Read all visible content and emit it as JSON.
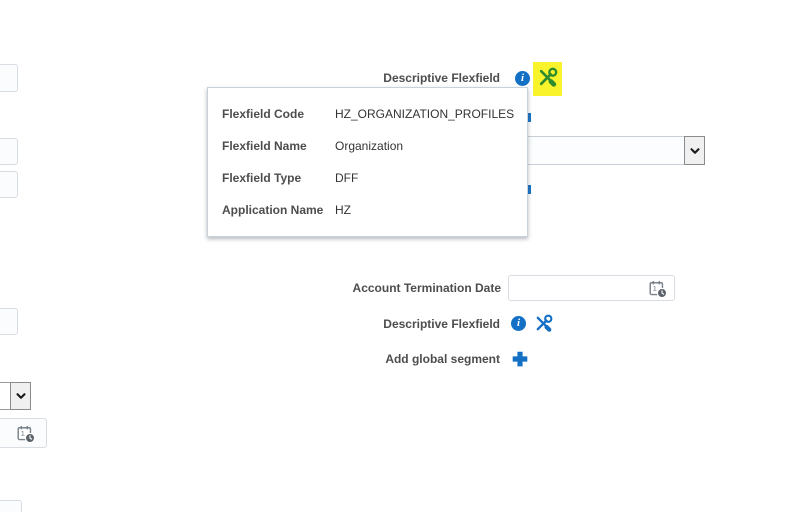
{
  "colors": {
    "accent_blue": "#1470c4",
    "highlight_yellow": "#f8f32b",
    "highlighted_icon_green": "#2e8b2e",
    "label_gray": "#4d4d4d",
    "value_gray": "#333333"
  },
  "top_section": {
    "descriptive_flexfield_label": "Descriptive Flexfield",
    "info_icon": "info-icon",
    "tools_icon": "flexfield-edit-tools-icon (highlighted)"
  },
  "popup": {
    "rows": [
      {
        "label": "Flexfield Code",
        "value": "HZ_ORGANIZATION_PROFILES"
      },
      {
        "label": "Flexfield Name",
        "value": "Organization"
      },
      {
        "label": "Flexfield Type",
        "value": "DFF"
      },
      {
        "label": "Application Name",
        "value": "HZ"
      }
    ]
  },
  "form": {
    "account_termination_date": {
      "label": "Account Termination Date",
      "value": "",
      "icon": "date-time-picker-icon"
    },
    "descriptive_flexfield": {
      "label": "Descriptive Flexfield",
      "icons": [
        "info-icon",
        "flexfield-edit-tools-icon"
      ]
    },
    "add_global_segment": {
      "label": "Add global segment",
      "icon": "add-plus-icon"
    }
  },
  "right_dropdown": {
    "selected_value": "",
    "icon": "dropdown-chevron-icon"
  },
  "left_edge_fields": {
    "dropdown": {
      "selected_value": "",
      "icon": "dropdown-chevron-icon"
    },
    "date_field": {
      "value": "",
      "icon": "date-time-picker-icon"
    }
  }
}
